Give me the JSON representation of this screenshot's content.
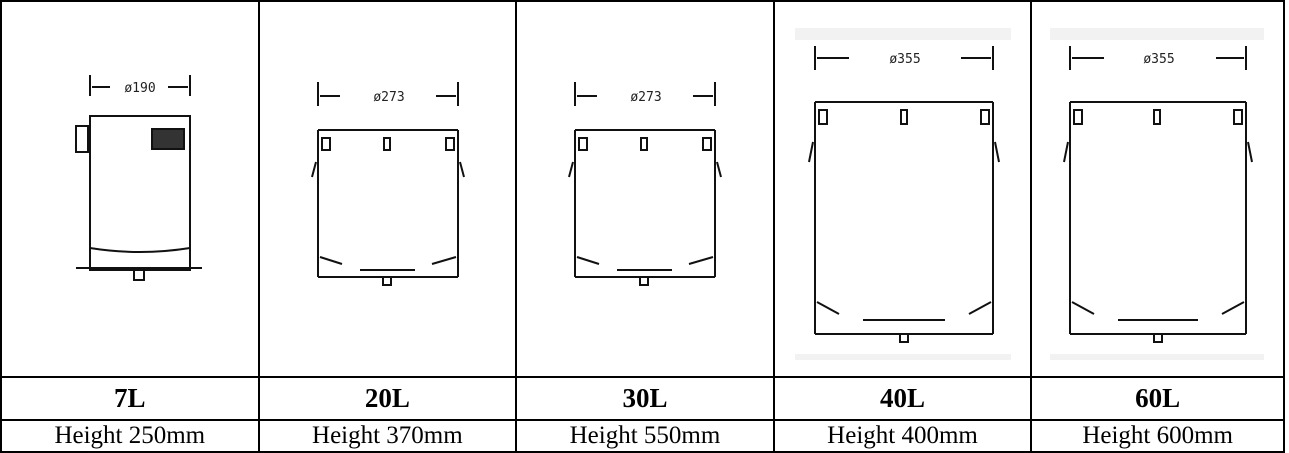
{
  "columns": [
    {
      "capacity": "7L",
      "height": "Height 250mm",
      "diameter": "ø190"
    },
    {
      "capacity": "20L",
      "height": "Height 370mm",
      "diameter": "ø273"
    },
    {
      "capacity": "30L",
      "height": "Height 550mm",
      "diameter": "ø273"
    },
    {
      "capacity": "40L",
      "height": "Height 400mm",
      "diameter": "ø355"
    },
    {
      "capacity": "60L",
      "height": "Height 600mm",
      "diameter": "ø355"
    }
  ]
}
